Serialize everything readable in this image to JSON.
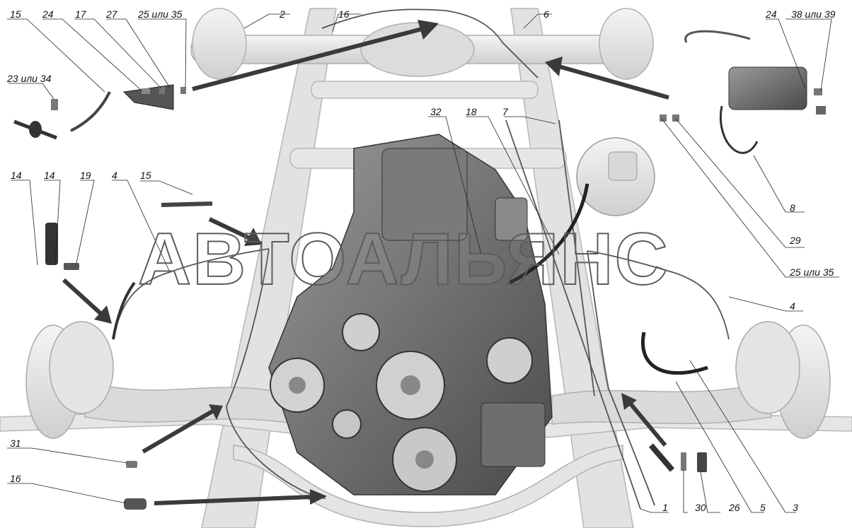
{
  "watermark": "АВТОАЛЬЯНС",
  "callouts": [
    {
      "id": "c15a",
      "text": "15"
    },
    {
      "id": "c24a",
      "text": "24"
    },
    {
      "id": "c17",
      "text": "17"
    },
    {
      "id": "c27",
      "text": "27"
    },
    {
      "id": "c25a",
      "text": "25 или 35"
    },
    {
      "id": "c2",
      "text": "2"
    },
    {
      "id": "c16a",
      "text": "16"
    },
    {
      "id": "c6",
      "text": "6"
    },
    {
      "id": "c24b",
      "text": "24"
    },
    {
      "id": "c38",
      "text": "38 или 39"
    },
    {
      "id": "c23",
      "text": "23 или 34"
    },
    {
      "id": "c32",
      "text": "32"
    },
    {
      "id": "c18",
      "text": "18"
    },
    {
      "id": "c7",
      "text": "7"
    },
    {
      "id": "c14a",
      "text": "14"
    },
    {
      "id": "c14b",
      "text": "14"
    },
    {
      "id": "c19",
      "text": "19"
    },
    {
      "id": "c4a",
      "text": "4"
    },
    {
      "id": "c15b",
      "text": "15"
    },
    {
      "id": "c8",
      "text": "8"
    },
    {
      "id": "c29",
      "text": "29"
    },
    {
      "id": "c25b",
      "text": "25 или 35"
    },
    {
      "id": "c4b",
      "text": "4"
    },
    {
      "id": "c31",
      "text": "31"
    },
    {
      "id": "c16b",
      "text": "16"
    },
    {
      "id": "c1",
      "text": "1"
    },
    {
      "id": "c30",
      "text": "30"
    },
    {
      "id": "c26",
      "text": "26"
    },
    {
      "id": "c5",
      "text": "5"
    },
    {
      "id": "c3",
      "text": "3"
    }
  ]
}
